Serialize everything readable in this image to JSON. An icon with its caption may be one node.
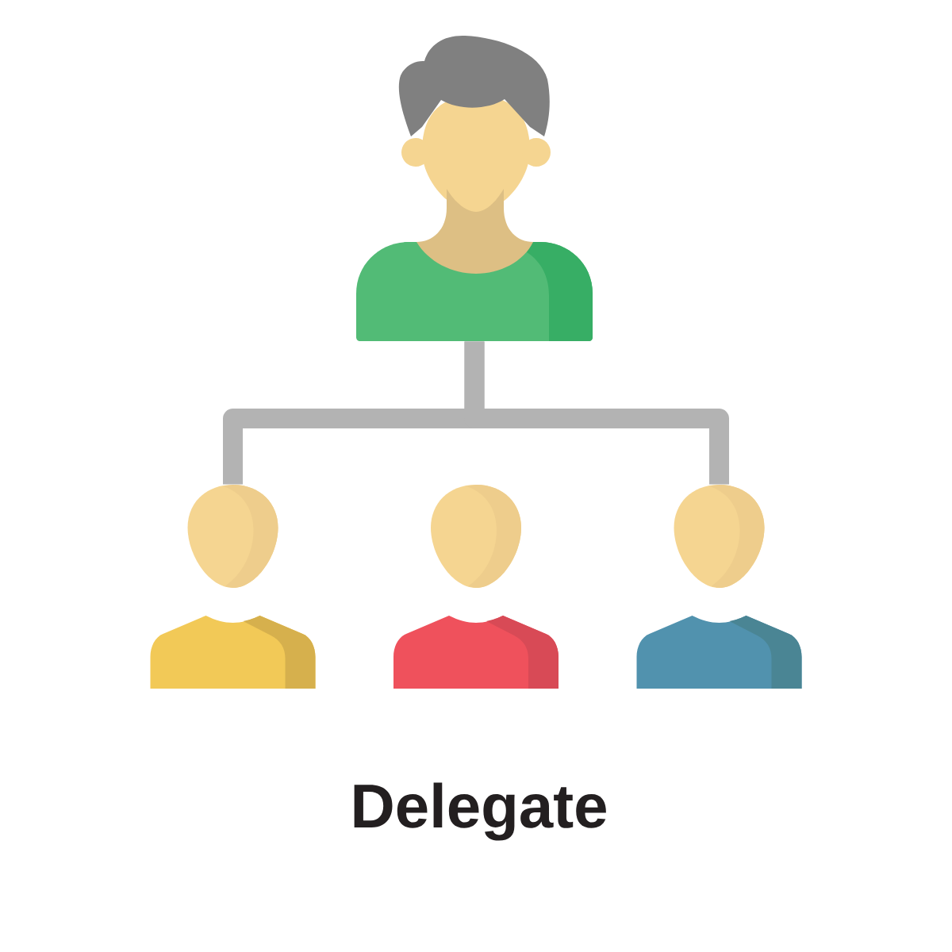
{
  "diagram": {
    "caption": "Delegate",
    "nodes": [
      {
        "text": [],
        "shape": "person"
      },
      {
        "text": [],
        "shape": "person"
      },
      {
        "text": [],
        "shape": "person"
      },
      {
        "text": [],
        "shape": "person"
      }
    ],
    "edges": [
      {
        "from": 0,
        "to": 1,
        "arrow": "none"
      },
      {
        "from": 0,
        "to": 3,
        "arrow": "none"
      }
    ]
  }
}
